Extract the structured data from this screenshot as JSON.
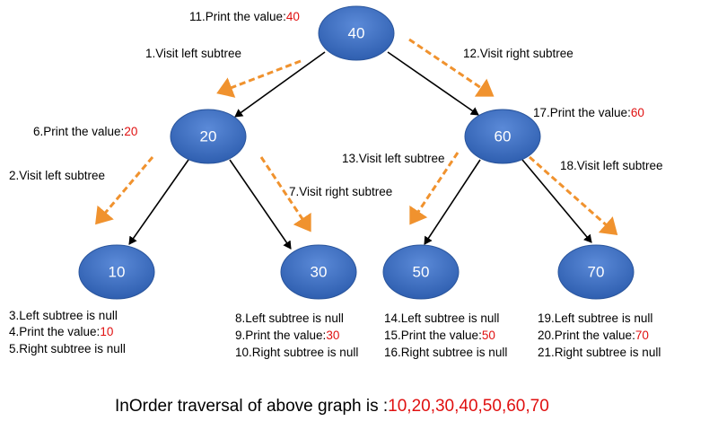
{
  "nodes": {
    "n40": "40",
    "n20": "20",
    "n60": "60",
    "n10": "10",
    "n30": "30",
    "n50": "50",
    "n70": "70"
  },
  "steps": {
    "s1": "1.Visit left subtree",
    "s2": "2.Visit left subtree",
    "s3": "3.Left  subtree is null",
    "s4": "4.Print the value:",
    "s4v": "10",
    "s5": "5.Right subtree is null",
    "s6": "6.Print the value:",
    "s6v": "20",
    "s7": "7.Visit right subtree",
    "s8": "8.Left  subtree is null",
    "s9": "9.Print the value:",
    "s9v": "30",
    "s10": "10.Right subtree  is null",
    "s11": "11.Print the value:",
    "s11v": "40",
    "s12": "12.Visit right subtree",
    "s13": "13.Visit left subtree",
    "s14": "14.Left  subtree is null",
    "s15": "15.Print the value:",
    "s15v": "50",
    "s16": "16.Right subtree  is null",
    "s17": "17.Print the value:",
    "s17v": "60",
    "s18": "18.Visit left subtree",
    "s19": "19.Left  subtree is null",
    "s20": "20.Print the value:",
    "s20v": "70",
    "s21": "21.Right subtree  is null"
  },
  "footer": {
    "label": "InOrder traversal of above graph is :",
    "result": "10,20,30,40,50,60,70"
  },
  "colors": {
    "node": "#3f6fc4",
    "arrow": "#f0922e",
    "value": "#e01010"
  }
}
